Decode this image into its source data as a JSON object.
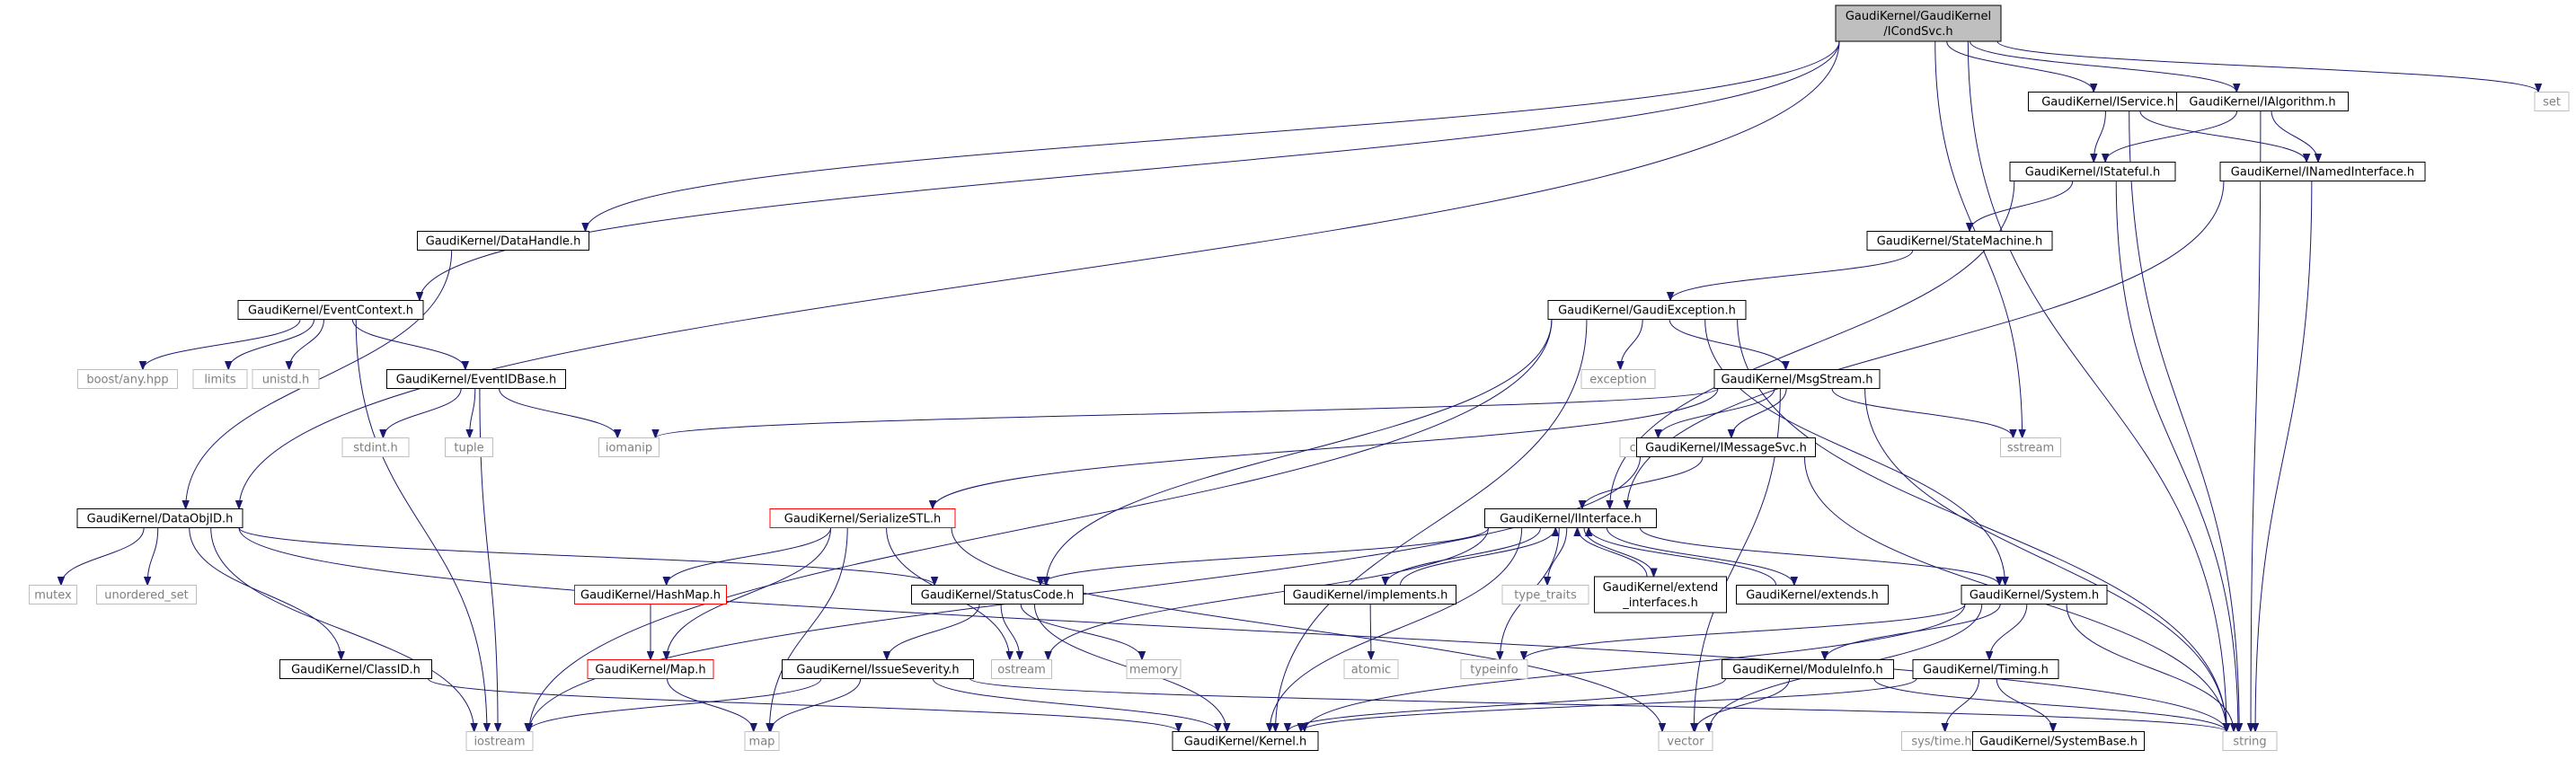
{
  "colors": {
    "edge": "#191970",
    "root_fill": "#bfbfbf",
    "internal_border": "#000000",
    "truncated_border": "#ff0000",
    "external_border": "#bfbfbf",
    "external_text": "#7f7f7f"
  },
  "nodes": [
    {
      "id": "root",
      "kind": "root",
      "lines": [
        "GaudiKernel/GaudiKernel",
        "/ICondSvc.h"
      ]
    },
    {
      "id": "iservice",
      "kind": "internal",
      "lines": [
        "GaudiKernel/IService.h"
      ]
    },
    {
      "id": "ialgorithm",
      "kind": "internal",
      "lines": [
        "GaudiKernel/IAlgorithm.h"
      ]
    },
    {
      "id": "set",
      "kind": "external",
      "lines": [
        "set"
      ]
    },
    {
      "id": "istateful",
      "kind": "internal",
      "lines": [
        "GaudiKernel/IStateful.h"
      ]
    },
    {
      "id": "inamedinterface",
      "kind": "internal",
      "lines": [
        "GaudiKernel/INamedInterface.h"
      ]
    },
    {
      "id": "datahandle",
      "kind": "internal",
      "lines": [
        "GaudiKernel/DataHandle.h"
      ]
    },
    {
      "id": "statemachine",
      "kind": "internal",
      "lines": [
        "GaudiKernel/StateMachine.h"
      ]
    },
    {
      "id": "eventcontext",
      "kind": "internal",
      "lines": [
        "GaudiKernel/EventContext.h"
      ]
    },
    {
      "id": "gaudiexception",
      "kind": "internal",
      "lines": [
        "GaudiKernel/GaudiException.h"
      ]
    },
    {
      "id": "boostany",
      "kind": "external",
      "lines": [
        "boost/any.hpp"
      ]
    },
    {
      "id": "limits",
      "kind": "external",
      "lines": [
        "limits"
      ]
    },
    {
      "id": "unistd",
      "kind": "external",
      "lines": [
        "unistd.h"
      ]
    },
    {
      "id": "eventidbase",
      "kind": "internal",
      "lines": [
        "GaudiKernel/EventIDBase.h"
      ]
    },
    {
      "id": "exception",
      "kind": "external",
      "lines": [
        "exception"
      ]
    },
    {
      "id": "msgstream",
      "kind": "internal",
      "lines": [
        "GaudiKernel/MsgStream.h"
      ]
    },
    {
      "id": "stdint",
      "kind": "external",
      "lines": [
        "stdint.h"
      ]
    },
    {
      "id": "tuple",
      "kind": "external",
      "lines": [
        "tuple"
      ]
    },
    {
      "id": "iomanip",
      "kind": "external",
      "lines": [
        "iomanip"
      ]
    },
    {
      "id": "cstdio",
      "kind": "external",
      "lines": [
        "cstdio"
      ]
    },
    {
      "id": "imessagesvc",
      "kind": "internal",
      "lines": [
        "GaudiKernel/IMessageSvc.h"
      ]
    },
    {
      "id": "sstream",
      "kind": "external",
      "lines": [
        "sstream"
      ]
    },
    {
      "id": "dataobjid",
      "kind": "internal",
      "lines": [
        "GaudiKernel/DataObjID.h"
      ]
    },
    {
      "id": "serializestl",
      "kind": "truncated",
      "lines": [
        "GaudiKernel/SerializeSTL.h"
      ]
    },
    {
      "id": "iinterface",
      "kind": "internal",
      "lines": [
        "GaudiKernel/IInterface.h"
      ]
    },
    {
      "id": "mutex",
      "kind": "external",
      "lines": [
        "mutex"
      ]
    },
    {
      "id": "unordered_set",
      "kind": "external",
      "lines": [
        "unordered_set"
      ]
    },
    {
      "id": "hashmap",
      "kind": "truncated",
      "lines": [
        "GaudiKernel/HashMap.h"
      ]
    },
    {
      "id": "statuscode",
      "kind": "internal",
      "lines": [
        "GaudiKernel/StatusCode.h"
      ]
    },
    {
      "id": "implements",
      "kind": "internal",
      "lines": [
        "GaudiKernel/implements.h"
      ]
    },
    {
      "id": "type_traits",
      "kind": "external",
      "lines": [
        "type_traits"
      ]
    },
    {
      "id": "extend_interfaces",
      "kind": "internal",
      "lines": [
        "GaudiKernel/extend",
        "_interfaces.h"
      ]
    },
    {
      "id": "extends",
      "kind": "internal",
      "lines": [
        "GaudiKernel/extends.h"
      ]
    },
    {
      "id": "system",
      "kind": "internal",
      "lines": [
        "GaudiKernel/System.h"
      ]
    },
    {
      "id": "atomic",
      "kind": "external",
      "lines": [
        "atomic"
      ]
    },
    {
      "id": "classid",
      "kind": "internal",
      "lines": [
        "GaudiKernel/ClassID.h"
      ]
    },
    {
      "id": "map_h",
      "kind": "truncated",
      "lines": [
        "GaudiKernel/Map.h"
      ]
    },
    {
      "id": "issueseverity",
      "kind": "internal",
      "lines": [
        "GaudiKernel/IssueSeverity.h"
      ]
    },
    {
      "id": "ostream",
      "kind": "external",
      "lines": [
        "ostream"
      ]
    },
    {
      "id": "memory",
      "kind": "external",
      "lines": [
        "memory"
      ]
    },
    {
      "id": "typeinfo",
      "kind": "external",
      "lines": [
        "typeinfo"
      ]
    },
    {
      "id": "moduleinfo",
      "kind": "internal",
      "lines": [
        "GaudiKernel/ModuleInfo.h"
      ]
    },
    {
      "id": "timing",
      "kind": "internal",
      "lines": [
        "GaudiKernel/Timing.h"
      ]
    },
    {
      "id": "iostream",
      "kind": "external",
      "lines": [
        "iostream"
      ]
    },
    {
      "id": "map",
      "kind": "external",
      "lines": [
        "map"
      ]
    },
    {
      "id": "kernel",
      "kind": "internal",
      "lines": [
        "GaudiKernel/Kernel.h"
      ]
    },
    {
      "id": "vector",
      "kind": "external",
      "lines": [
        "vector"
      ]
    },
    {
      "id": "string",
      "kind": "external",
      "lines": [
        "string"
      ]
    },
    {
      "id": "systime",
      "kind": "external",
      "lines": [
        "sys/time.h"
      ]
    },
    {
      "id": "systembase",
      "kind": "internal",
      "lines": [
        "GaudiKernel/SystemBase.h"
      ]
    }
  ],
  "edges": [
    [
      "root",
      "iservice"
    ],
    [
      "root",
      "ialgorithm"
    ],
    [
      "root",
      "set"
    ],
    [
      "root",
      "string"
    ],
    [
      "root",
      "sstream"
    ],
    [
      "root",
      "datahandle"
    ],
    [
      "root",
      "eventcontext"
    ],
    [
      "root",
      "dataobjid"
    ],
    [
      "iservice",
      "istateful"
    ],
    [
      "iservice",
      "inamedinterface"
    ],
    [
      "iservice",
      "string"
    ],
    [
      "ialgorithm",
      "istateful"
    ],
    [
      "ialgorithm",
      "inamedinterface"
    ],
    [
      "ialgorithm",
      "string"
    ],
    [
      "istateful",
      "iinterface"
    ],
    [
      "istateful",
      "statemachine"
    ],
    [
      "istateful",
      "string"
    ],
    [
      "inamedinterface",
      "iinterface"
    ],
    [
      "inamedinterface",
      "string"
    ],
    [
      "statemachine",
      "gaudiexception"
    ],
    [
      "datahandle",
      "dataobjid"
    ],
    [
      "eventcontext",
      "boostany"
    ],
    [
      "eventcontext",
      "limits"
    ],
    [
      "eventcontext",
      "unistd"
    ],
    [
      "eventcontext",
      "eventidbase"
    ],
    [
      "eventcontext",
      "iostream"
    ],
    [
      "eventidbase",
      "stdint"
    ],
    [
      "eventidbase",
      "tuple"
    ],
    [
      "eventidbase",
      "iomanip"
    ],
    [
      "eventidbase",
      "iostream"
    ],
    [
      "gaudiexception",
      "exception"
    ],
    [
      "gaudiexception",
      "msgstream"
    ],
    [
      "gaudiexception",
      "string"
    ],
    [
      "gaudiexception",
      "iostream"
    ],
    [
      "gaudiexception",
      "statuscode"
    ],
    [
      "gaudiexception",
      "kernel"
    ],
    [
      "gaudiexception",
      "system"
    ],
    [
      "msgstream",
      "iomanip"
    ],
    [
      "msgstream",
      "cstdio"
    ],
    [
      "msgstream",
      "imessagesvc"
    ],
    [
      "msgstream",
      "sstream"
    ],
    [
      "msgstream",
      "string"
    ],
    [
      "msgstream",
      "serializestl"
    ],
    [
      "msgstream",
      "vector"
    ],
    [
      "imessagesvc",
      "iinterface"
    ],
    [
      "imessagesvc",
      "string"
    ],
    [
      "imessagesvc",
      "iostream"
    ],
    [
      "dataobjid",
      "mutex"
    ],
    [
      "dataobjid",
      "unordered_set"
    ],
    [
      "dataobjid",
      "classid"
    ],
    [
      "dataobjid",
      "iostream"
    ],
    [
      "dataobjid",
      "statuscode"
    ],
    [
      "dataobjid",
      "string"
    ],
    [
      "serializestl",
      "hashmap"
    ],
    [
      "serializestl",
      "map_h"
    ],
    [
      "serializestl",
      "map"
    ],
    [
      "serializestl",
      "ostream"
    ],
    [
      "serializestl",
      "vector"
    ],
    [
      "hashmap",
      "map_h"
    ],
    [
      "map_h",
      "map"
    ],
    [
      "iinterface",
      "statuscode"
    ],
    [
      "iinterface",
      "implements"
    ],
    [
      "iinterface",
      "type_traits"
    ],
    [
      "iinterface",
      "extend_interfaces"
    ],
    [
      "iinterface",
      "extends"
    ],
    [
      "iinterface",
      "system"
    ],
    [
      "iinterface",
      "typeinfo"
    ],
    [
      "iinterface",
      "ostream"
    ],
    [
      "iinterface",
      "kernel"
    ],
    [
      "implements",
      "iinterface"
    ],
    [
      "implements",
      "atomic"
    ],
    [
      "extend_interfaces",
      "iinterface"
    ],
    [
      "extends",
      "iinterface"
    ],
    [
      "statuscode",
      "issueseverity"
    ],
    [
      "statuscode",
      "ostream"
    ],
    [
      "statuscode",
      "memory"
    ],
    [
      "statuscode",
      "kernel"
    ],
    [
      "issueseverity",
      "iostream"
    ],
    [
      "issueseverity",
      "map"
    ],
    [
      "issueseverity",
      "kernel"
    ],
    [
      "issueseverity",
      "string"
    ],
    [
      "classid",
      "kernel"
    ],
    [
      "system",
      "moduleinfo"
    ],
    [
      "system",
      "timing"
    ],
    [
      "system",
      "typeinfo"
    ],
    [
      "system",
      "vector"
    ],
    [
      "system",
      "string"
    ],
    [
      "system",
      "kernel"
    ],
    [
      "moduleinfo",
      "kernel"
    ],
    [
      "moduleinfo",
      "vector"
    ],
    [
      "moduleinfo",
      "string"
    ],
    [
      "timing",
      "systime"
    ],
    [
      "timing",
      "systembase"
    ],
    [
      "timing",
      "kernel"
    ]
  ]
}
